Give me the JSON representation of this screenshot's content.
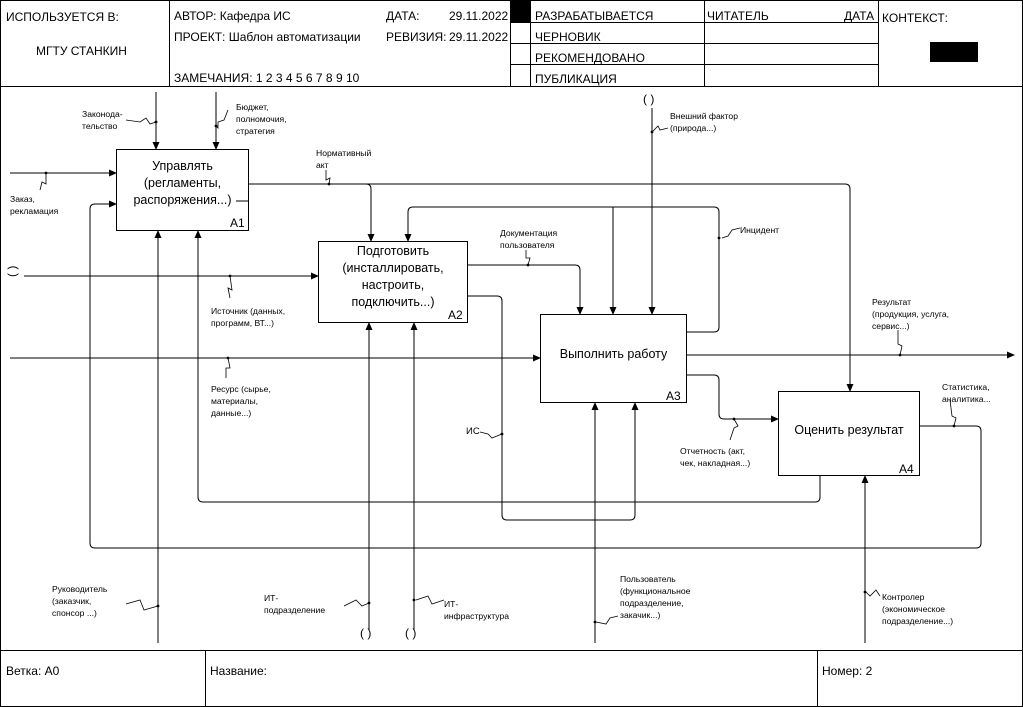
{
  "header": {
    "used_at_label": "ИСПОЛЬЗУЕТСЯ В:",
    "used_at_value": "МГТУ СТАНКИН",
    "author": "АВТОР: Кафедра ИС",
    "project": "ПРОЕКТ:  Шаблон автоматизации",
    "date_label": "ДАТА:",
    "date_value": "29.11.2022",
    "revision_label": "РЕВИЗИЯ:",
    "revision_value": "29.11.2022",
    "notes": "ЗАМЕЧАНИЯ:  1  2  3  4  5  6  7  8  9  10",
    "status_items": [
      "РАЗРАБАТЫВАЕТСЯ",
      "ЧЕРНОВИК",
      "РЕКОМЕНДОВАНО",
      "ПУБЛИКАЦИЯ"
    ],
    "reader": "ЧИТАТЕЛЬ",
    "reader_date": "ДАТА",
    "context": "КОНТЕКСТ:"
  },
  "boxes": [
    {
      "title": "Управлять\n(регламенты,\nраспоряжения...)",
      "num": "A1"
    },
    {
      "title": "Подготовить\n(инсталлировать,\nнастроить,\nподключить...)",
      "num": "A2"
    },
    {
      "title": "Выполнить работу",
      "num": "A3"
    },
    {
      "title": "Оценить результат",
      "num": "A4"
    }
  ],
  "arrow_labels": {
    "law": "Законода-\nтельство",
    "budget": "Бюджет,\nполномочия,\nстратегия",
    "order": "Заказ,\nрекламация",
    "normative": "Нормативный\nакт",
    "external": "Внешний фактор\n(природа...)",
    "docs": "Документация\nпользователя",
    "incident": "Инцидент",
    "source": "Источник (данных,\nпрограмм, ВТ...)",
    "result": "Результат\n(продукция, услуга,\nсервис...)",
    "resource": "Ресурс (сырье,\nматериалы,\nданные...)",
    "stats": "Статистика,\nаналитика...",
    "is": "ИС",
    "report": "Отчетность (акт,\nчек, накладная...)",
    "manager": "Руководитель\n(заказчик,\nспонсор ...)",
    "it_dept": "ИТ-\nподразделение",
    "it_infra": "ИТ-\nинфраструктура",
    "user": "Пользователь\n(функциональное\nподразделение,\nзакачик...)",
    "controller": "Контролер\n(экономическое\nподразделение...)",
    "tunnel": "( )"
  },
  "footer": {
    "branch": "Ветка:  A0",
    "name": "Название:",
    "number": "Номер: 2"
  }
}
